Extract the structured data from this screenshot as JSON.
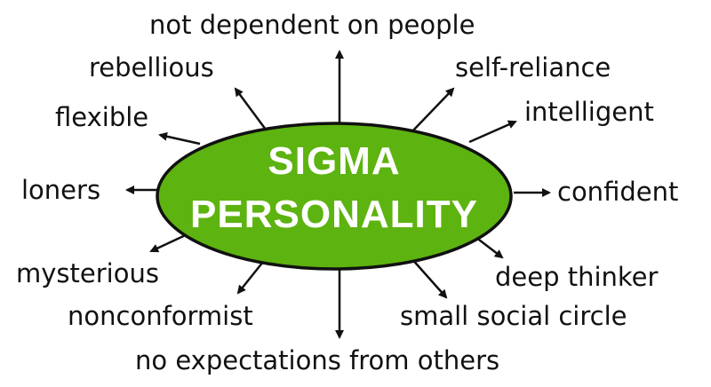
{
  "center": {
    "line1": "SIGMA",
    "line2": "PERSONALITY",
    "fill_color": "#5db30f",
    "border_color": "#111111"
  },
  "traits": {
    "top": "not dependent on people",
    "top_left": "rebellious",
    "top_right": "self-reliance",
    "upper_left": "flexible",
    "upper_right": "intelligent",
    "left": "loners",
    "right": "confident",
    "lower_left": "mysterious",
    "lower_right": "deep thinker",
    "bottom_left": "nonconformist",
    "bottom_right": "small social circle",
    "bottom": "no expectations from others"
  }
}
